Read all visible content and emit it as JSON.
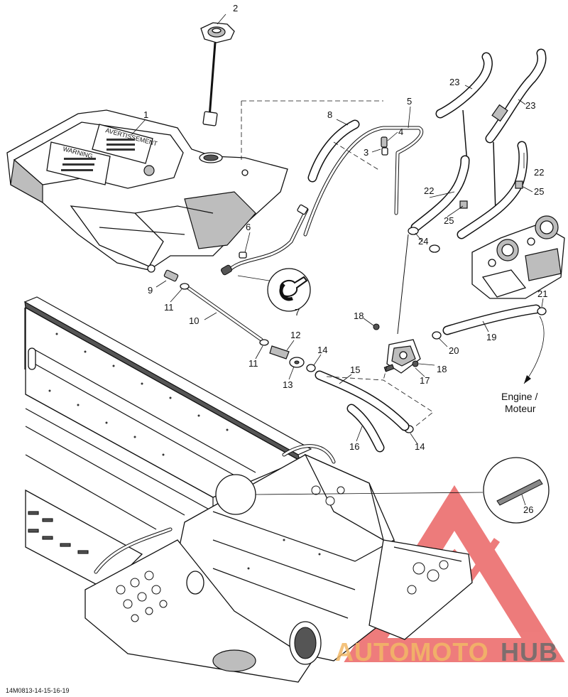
{
  "callouts": [
    {
      "id": "c1",
      "text": "1"
    },
    {
      "id": "c2",
      "text": "2"
    },
    {
      "id": "c3",
      "text": "3"
    },
    {
      "id": "c4",
      "text": "4"
    },
    {
      "id": "c5",
      "text": "5"
    },
    {
      "id": "c6",
      "text": "6"
    },
    {
      "id": "c7",
      "text": "7"
    },
    {
      "id": "c8",
      "text": "8"
    },
    {
      "id": "c9",
      "text": "9"
    },
    {
      "id": "c10",
      "text": "10"
    },
    {
      "id": "c11a",
      "text": "11"
    },
    {
      "id": "c11b",
      "text": "11"
    },
    {
      "id": "c12",
      "text": "12"
    },
    {
      "id": "c13",
      "text": "13"
    },
    {
      "id": "c14a",
      "text": "14"
    },
    {
      "id": "c14b",
      "text": "14"
    },
    {
      "id": "c15",
      "text": "15"
    },
    {
      "id": "c16",
      "text": "16"
    },
    {
      "id": "c17",
      "text": "17"
    },
    {
      "id": "c18a",
      "text": "18"
    },
    {
      "id": "c18b",
      "text": "18"
    },
    {
      "id": "c19",
      "text": "19"
    },
    {
      "id": "c20",
      "text": "20"
    },
    {
      "id": "c21",
      "text": "21"
    },
    {
      "id": "c22a",
      "text": "22"
    },
    {
      "id": "c22b",
      "text": "22"
    },
    {
      "id": "c23a",
      "text": "23"
    },
    {
      "id": "c23b",
      "text": "23"
    },
    {
      "id": "c24",
      "text": "24"
    },
    {
      "id": "c25a",
      "text": "25"
    },
    {
      "id": "c25b",
      "text": "25"
    },
    {
      "id": "c26",
      "text": "26"
    }
  ],
  "engine_label": {
    "line1": "Engine /",
    "line2": "Moteur"
  },
  "tank_labels": {
    "warning": "WARNING",
    "avertissement": "AVERTISSEMENT"
  },
  "reference_code": "14M0813-14-15-16-19",
  "watermark": {
    "brand_auto": "AUTOMOTO",
    "brand_hub": "HUB",
    "accent_color": "#e85050",
    "auto_color": "#f2b866",
    "hub_color": "#6b6b6b"
  }
}
